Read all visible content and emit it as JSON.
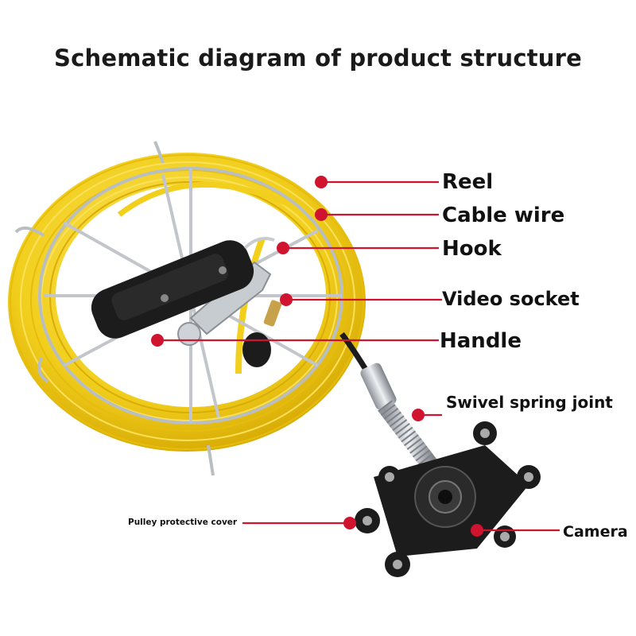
{
  "title": "Schematic diagram of product structure",
  "colors": {
    "cable_yellow": "#f2cf1d",
    "frame_silver": "#c9cdd2",
    "handle_black": "#1c1c1c",
    "pointer_red": "#d0142f",
    "text": "#111111"
  },
  "labels": {
    "reel": "Reel",
    "cable_wire": "Cable wire",
    "hook": "Hook",
    "video_socket": "Video socket",
    "handle": "Handle",
    "swivel_spring_joint": "Swivel spring joint",
    "pulley_protective_cover": "Pulley protective cover",
    "camera": "Camera"
  }
}
